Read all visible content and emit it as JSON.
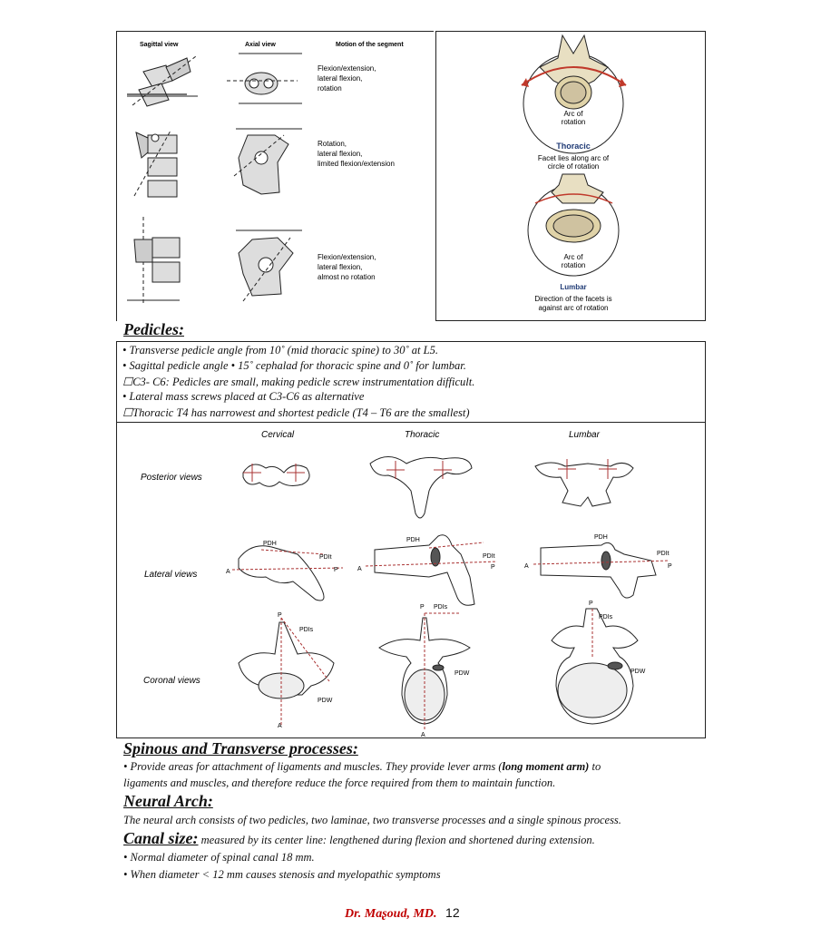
{
  "motion_table": {
    "col_sagittal": "Sagittal view",
    "col_axial": "Axial view",
    "col_motion": "Motion of the segment",
    "rows": [
      {
        "motion_lines": [
          "Flexion/extension,",
          "lateral flexion,",
          "rotation"
        ]
      },
      {
        "motion_lines": [
          "Rotation,",
          "lateral flexion,",
          "limited flexion/extension"
        ]
      },
      {
        "motion_lines": [
          "Flexion/extension,",
          "lateral flexion,",
          "almost no rotation"
        ]
      }
    ]
  },
  "arc_figure": {
    "arc_label_1": [
      "Arc of",
      "rotation"
    ],
    "thoracic_title": "Thoracic",
    "thoracic_caption": [
      "Facet lies along arc of",
      "circle of rotation"
    ],
    "arc_label_2": [
      "Arc of",
      "rotation"
    ],
    "lumbar_title": "Lumbar",
    "lumbar_caption": [
      "Direction of the facets is",
      "against arc of rotation"
    ]
  },
  "pedicles": {
    "heading": "Pedicles:",
    "bullets": [
      "• Transverse pedicle angle from 10˚ (mid thoracic spine) to 30˚ at L5.",
      "• Sagittal pedicle angle • 15˚ cephalad for thoracic spine and 0˚ for lumbar.",
      "☐C3- C6: Pedicles are small, making pedicle screw instrumentation difficult.",
      "• Lateral mass screws placed at C3-C6 as alternative",
      "☐Thoracic T4 has narrowest and shortest pedicle (T4 – T6 are the smallest)"
    ]
  },
  "pedicle_figure": {
    "col_cervical": "Cervical",
    "col_thoracic": "Thoracic",
    "col_lumbar": "Lumbar",
    "row_posterior": "Posterior views",
    "row_lateral": "Lateral views",
    "row_coronal": "Coronal views",
    "lbl_pdh": "PDH",
    "lbl_pdit": "PDIt",
    "lbl_pdis": "PDIs",
    "lbl_pdw": "PDW",
    "lbl_a": "A",
    "lbl_p": "P"
  },
  "spinous": {
    "heading": "Spinous and Transverse processes:",
    "line1_a": "• Provide areas for attachment of  ligaments and muscles. They provide lever arms (",
    "line1_bold": "long moment arm)",
    "line1_b": " to",
    "line2": "ligaments and muscles, and therefore reduce the force required from them to maintain function."
  },
  "neural_arch": {
    "heading": "Neural Arch:",
    "text": "The neural arch consists of two pedicles, two laminae, two transverse processes and a single spinous process."
  },
  "canal": {
    "heading": "Canal size:",
    "inline": " measured by its center line:  lengthened during flexion and shortened during extension.",
    "bullets": [
      "• Normal diameter of spinal canal 18 mm.",
      "• When diameter < 12 mm causes stenosis and myelopathic symptoms"
    ]
  },
  "footer": {
    "author": "Dr. Maʂoud, MD.",
    "page": "12"
  },
  "colors": {
    "arc_red": "#c0392b",
    "author_red": "#c00000",
    "bone_fill": "#e8e8e8",
    "body_fill": "#f2e6c8"
  }
}
